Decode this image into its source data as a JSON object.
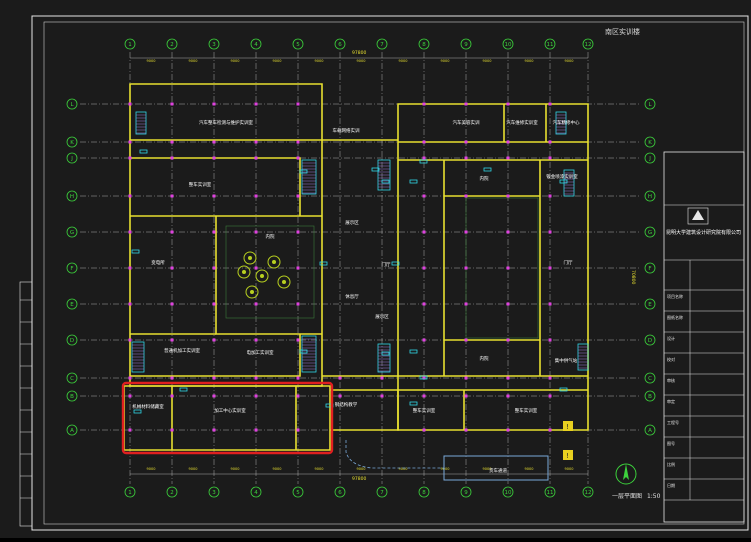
{
  "drawing": {
    "area_title": "南区实训楼",
    "plan_title": "一层平面图",
    "plan_scale": "1:50",
    "design_institute": "昆明大学建筑设计研究院有限公司"
  },
  "grids": {
    "columns": [
      "1",
      "2",
      "3",
      "4",
      "5",
      "6",
      "7",
      "8",
      "9",
      "10",
      "11",
      "12"
    ],
    "rows": [
      "L",
      "K",
      "J",
      "H",
      "G",
      "F",
      "E",
      "D",
      "C",
      "B",
      "A"
    ]
  },
  "dimensions": {
    "top_total": "97800",
    "bottom_total": "97800",
    "bay": "9000",
    "right_total": "70800"
  },
  "rooms": [
    {
      "id": "r1",
      "label": "汽车整车检测与维护实训室"
    },
    {
      "id": "r2",
      "label": "车载网络实训"
    },
    {
      "id": "r3",
      "label": "汽车美容实训"
    },
    {
      "id": "r4",
      "label": "汽车维修实训室"
    },
    {
      "id": "r5",
      "label": "汽车精修中心"
    },
    {
      "id": "r6",
      "label": "整车实训室"
    },
    {
      "id": "r7",
      "label": "内院"
    },
    {
      "id": "r8",
      "label": "钣金喷漆实训室"
    },
    {
      "id": "r9",
      "label": "变电所"
    },
    {
      "id": "r10",
      "label": "内院"
    },
    {
      "id": "r11",
      "label": "展示区"
    },
    {
      "id": "r12",
      "label": "门厅"
    },
    {
      "id": "r13",
      "label": "休息厅"
    },
    {
      "id": "r14",
      "label": "门厅"
    },
    {
      "id": "r15",
      "label": "展示区"
    },
    {
      "id": "r16",
      "label": "普通机加工实训室"
    },
    {
      "id": "r17",
      "label": "电加工实训室"
    },
    {
      "id": "r18",
      "label": "内院"
    },
    {
      "id": "r19",
      "label": "集中供气站"
    },
    {
      "id": "r20",
      "label": "机械材料储藏室"
    },
    {
      "id": "r21",
      "label": "加工中心实训室"
    },
    {
      "id": "r22",
      "label": "钢结构教学"
    },
    {
      "id": "r23",
      "label": "整车实训室"
    },
    {
      "id": "r24",
      "label": "整车实训室"
    },
    {
      "id": "r25",
      "label": "货车通道"
    }
  ],
  "highlight": {
    "color": "#e02020"
  },
  "colors": {
    "wall": "#e8e030",
    "grid_line": "#cfcfcf",
    "grid_bubble": "#3cd23c",
    "column": "#e040e0",
    "door": "#30d8e8",
    "frame": "#e6e6e6"
  },
  "title_block": {
    "rows": [
      "项目名称",
      "图纸名称",
      "设计",
      "校对",
      "审核",
      "审定",
      "工程号",
      "图号",
      "比例",
      "日期"
    ]
  }
}
